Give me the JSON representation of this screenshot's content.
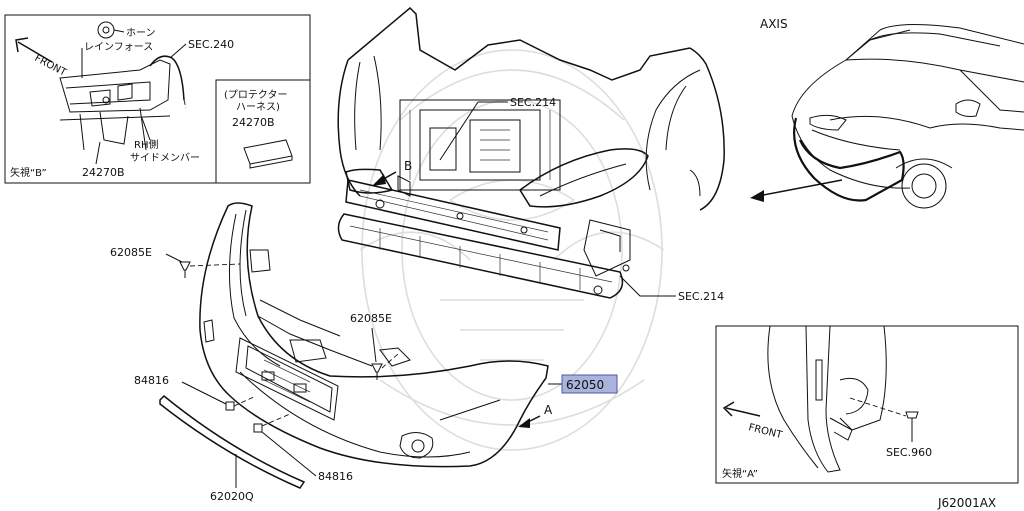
{
  "diagram_id": "J62001AX",
  "axis_label": "AXIS",
  "detail_b": {
    "front_label": "FRONT",
    "horn_label": "ホーン",
    "reinforce_label": "レインフォース",
    "sec_label": "SEC.240",
    "rh_label": "RH側",
    "side_member_label": "サイドメンバー",
    "view_label": "矢視“B”",
    "part_24270b_lower": "24270B",
    "protector_line1": "(プロテクター",
    "protector_line2": "ハーネス)",
    "part_24270b_box": "24270B"
  },
  "main": {
    "sec214_top": "SEC.214",
    "sec214_bottom": "SEC.214",
    "view_b_marker": "B",
    "view_a_marker": "A"
  },
  "parts": {
    "p62085e_left": "62085E",
    "p62085e_center": "62085E",
    "p84816_upper": "84816",
    "p84816_lower": "84816",
    "p62050": "62050",
    "p62020q": "62020Q"
  },
  "detail_a": {
    "front_label": "FRONT",
    "view_label": "矢視“A”",
    "sec_label": "SEC.960"
  },
  "colors": {
    "highlight_fill": "#a9b4dc",
    "highlight_stroke": "#4a5aa8",
    "line": "#111111",
    "watermark": "#dddddd"
  }
}
